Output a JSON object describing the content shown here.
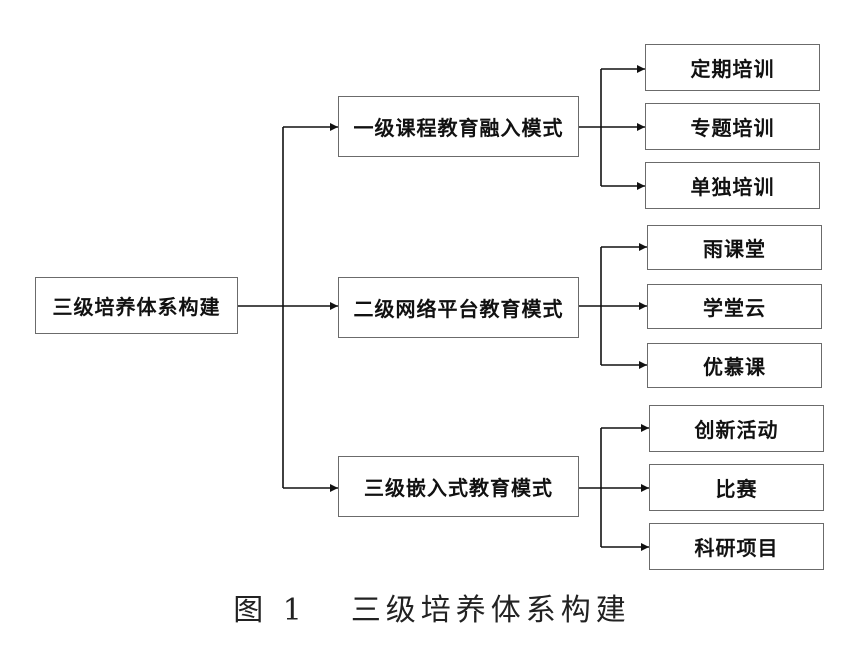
{
  "diagram": {
    "root": {
      "label": "三级培养体系构建"
    },
    "levels": [
      {
        "label": "一级课程教育融入模式",
        "children": [
          "定期培训",
          "专题培训",
          "单独培训"
        ]
      },
      {
        "label": "二级网络平台教育模式",
        "children": [
          "雨课堂",
          "学堂云",
          "优慕课"
        ]
      },
      {
        "label": "三级嵌入式教育模式",
        "children": [
          "创新活动",
          "比赛",
          "科研项目"
        ]
      }
    ]
  },
  "caption": {
    "number": "图 1",
    "title": "三级培养体系构建"
  },
  "colors": {
    "line": "#111111",
    "box_border": "#6b6b6b",
    "background": "#ffffff"
  }
}
